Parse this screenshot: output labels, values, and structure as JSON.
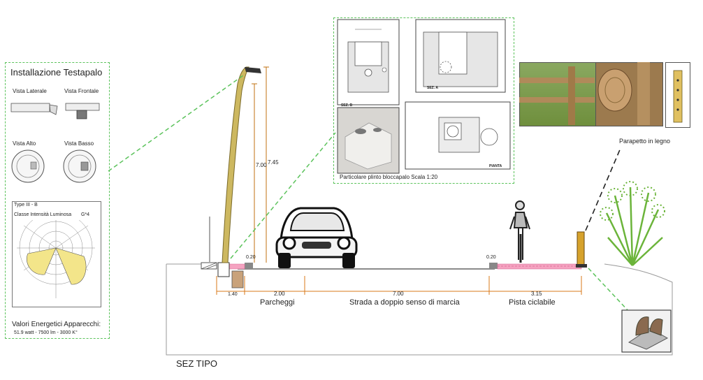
{
  "left_panel": {
    "title": "Installazione Testapalo",
    "views": {
      "lateral": "Vista Laterale",
      "front": "Vista Frontale",
      "top": "Vista Alto",
      "bottom": "Vista Basso"
    },
    "photometry": {
      "type": "Type III - B",
      "class_label": "Classe Intensità Luminosa",
      "class_value": "G*4"
    },
    "energy_title": "Valori Energetici Apparecchi:",
    "energy_values": "51.9 watt - 7500 lm - 3000 K°"
  },
  "plinth_panel": {
    "caption": "Particolare plinto bloccapalo Scala 1:20",
    "sez_b": "SEZ. B",
    "sez_a": "SEZ. A",
    "pianta": "PIANTA"
  },
  "section": {
    "title": "SEZ TIPO",
    "pole_height_inner": "7.00",
    "pole_height_outer": "7.45",
    "curb_left": "0.20",
    "curb_right": "0.20",
    "dims": {
      "sidewalk": "1.40",
      "parking": "2.00",
      "road": "7.00",
      "bike": "3.15"
    },
    "zones": {
      "parking": "Parcheggi",
      "road": "Strada a doppio senso di marcia",
      "bike": "Pista ciclabile"
    },
    "parapet_label": "Parapetto in legno"
  },
  "colors": {
    "dashed_green": "#5cc35c",
    "pole": "#c8b55a",
    "bike_lane": "#f29ab8",
    "dim_line": "#e07a10",
    "ground": "#999999"
  }
}
